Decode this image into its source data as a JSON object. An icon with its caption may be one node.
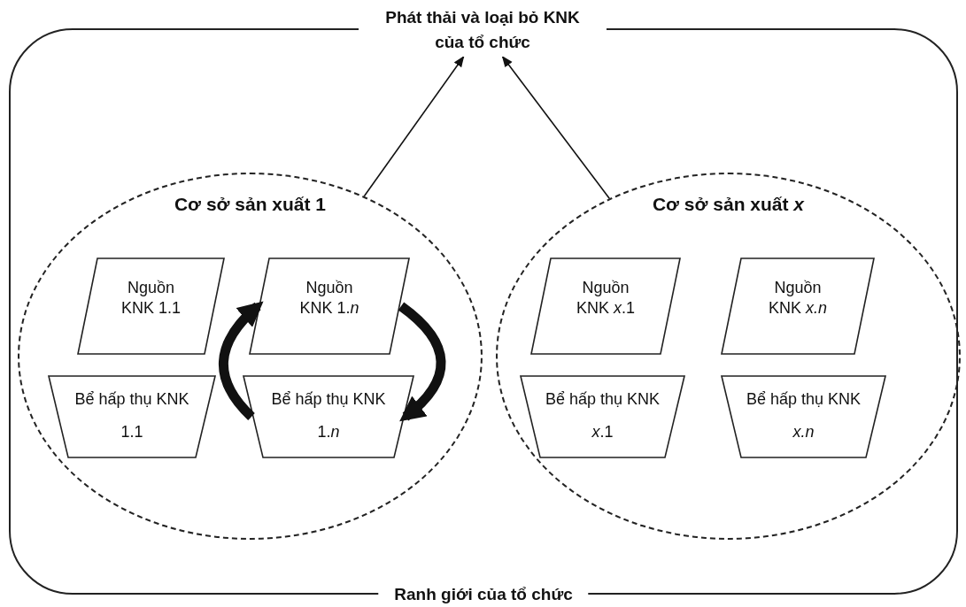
{
  "diagram": {
    "nodes": [
      {
        "text": [
          "Phát thải và loại bỏ KNK của tổ chức"
        ]
      },
      {
        "text": [
          "Ranh giới của tổ chức"
        ]
      },
      {
        "text": [
          "Cơ sở sản xuất 1"
        ],
        "in": 1
      },
      {
        "text": [
          "Nguồn KNK 1.1"
        ],
        "in": 2
      },
      {
        "text": [
          "Nguồn KNK 1.*n*"
        ],
        "in": 2
      },
      {
        "text": [
          "Bể hấp thụ KNK 1.1"
        ],
        "in": 2
      },
      {
        "text": [
          "Bể hấp thụ KNK 1.*n*"
        ],
        "in": 2
      },
      {
        "text": [
          "Cơ sở sản xuất *x*"
        ],
        "in": 1
      },
      {
        "text": [
          "Nguồn KNK *x*.1"
        ],
        "in": 7
      },
      {
        "text": [
          "Nguồn KNK *x.n*"
        ],
        "in": 7
      },
      {
        "text": [
          "Bể hấp thụ KNK *x*.1"
        ],
        "in": 7
      },
      {
        "text": [
          "Bể hấp thụ KNK *x.n*"
        ],
        "in": 7
      }
    ],
    "edges": [
      {
        "from": 2,
        "to": 0,
        "arrow": "to"
      },
      {
        "from": 7,
        "to": 0,
        "arrow": "to"
      },
      {
        "from": 4,
        "to": 6,
        "arrow": "to",
        "style": "thick"
      },
      {
        "from": 6,
        "to": 4,
        "arrow": "to",
        "style": "thick"
      }
    ]
  }
}
